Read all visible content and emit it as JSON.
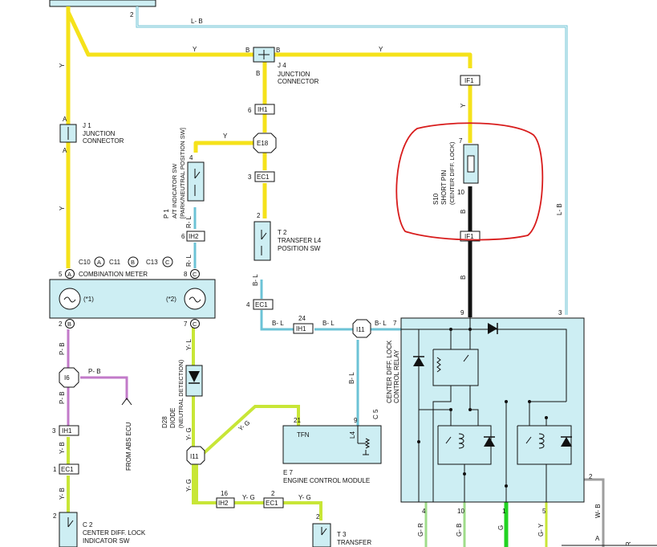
{
  "colors": {
    "yellow_wire": "#f5e21a",
    "black_wire": "#111111",
    "green_wire": "#22d322",
    "blue_wire": "#6cc3d6",
    "pink_wire": "#c27ac9",
    "component_fill": "#cdeef3",
    "annotation_red": "#d81c1c"
  },
  "wire_labels": {
    "lb_top": "L- B",
    "y_top_left": "Y",
    "b_j4_left": "B",
    "b_j4_right": "B",
    "y_top_right": "Y",
    "b_below_j4": "B",
    "y_left_trunk": "Y",
    "a_j1_top": "A",
    "a_j1_bottom": "A",
    "y_left_trunk_low": "Y",
    "y_to_e18": "Y",
    "y_to_s10": "Y",
    "b_s10": "B",
    "lb_right": "L- B",
    "rl_p1": "R- L",
    "rl_ih2": "R- L",
    "bl_t2": "B- L",
    "bl_ih1_left": "B- L",
    "bl_ih1_right": "B- L",
    "bl_i11": "B- L",
    "bl_i11_down": "B- L",
    "b_relay_in": "B",
    "pb_upper": "P- B",
    "pb_i6": "P- B",
    "pb_lower": "P- B",
    "yb_ih1": "Y- B",
    "yb_ec1": "Y- B",
    "yl_c11": "Y- L",
    "yg_i11": "Y- G",
    "yg_tfn": "Y- G",
    "yg_down": "Y- G",
    "yg_ih2": "Y- G",
    "yg_ec1": "Y- G",
    "gr": "G- R",
    "gb": "G- B",
    "g": "G",
    "gy": "G- Y",
    "wb": "W- B",
    "a_bottom": "A",
    "r_edge": "R"
  },
  "pins": {
    "top_2": "2",
    "j4_6": "6",
    "e18_4": "4",
    "ec1_3": "3",
    "t2_2": "2",
    "p1_6": "6",
    "ec1_4": "4",
    "ih1_24": "24",
    "i11_7": "7",
    "s10_7": "7",
    "s10_10": "10",
    "relay_9": "9",
    "relay_3": "3",
    "meter_5": "5",
    "meter_8": "8",
    "meter_2": "2",
    "meter_7": "7",
    "ih1_3": "3",
    "ec1_1": "1",
    "tfn_21": "21",
    "tfn_9": "9",
    "ih2_16": "16",
    "ec1_2": "2",
    "t3_2": "2",
    "relay_2": "2",
    "relay_4": "4",
    "relay_10": "10",
    "relay_1": "1",
    "relay_5": "5",
    "c2_2": "2"
  },
  "connectors": {
    "j4_b_left": "B",
    "j4_b_right": "B",
    "ih1_top": "IH1",
    "e18": "E18",
    "ec1_top": "EC1",
    "if1_top": "IF1",
    "if1_bottom": "IF1",
    "ih2_p1": "IH2",
    "ec1_mid": "EC1",
    "ih1_mid": "IH1",
    "i11_top": "I11",
    "i6": "I6",
    "ih1_left": "IH1",
    "ec1_left": "EC1",
    "i11_bottom": "I11",
    "ih2_bottom": "IH2",
    "ec1_bottom": "EC1",
    "meter_a": "A",
    "meter_c": "C",
    "meter_b": "B",
    "meter_c2": "C"
  },
  "components": {
    "j1_id": "J 1",
    "j1_name": "JUNCTION",
    "j1_name2": "CONNECTOR",
    "j4_id": "J 4",
    "j4_name": "JUNCTION",
    "j4_name2": "CONNECTOR",
    "p1_id": "P 1",
    "p1_name": "A/T INDICATOR SW",
    "p1_name2": "[PARK/NEUTRAL POSITION SW]",
    "t2_id": "T 2",
    "t2_name": "TRANSFER L4",
    "t2_name2": "POSITION SW",
    "s10_id": "S10",
    "s10_name": "SHORT PIN",
    "s10_name2": "(CENTER DIFF. LOCK)",
    "meter_codes": "C10",
    "meter_c11": "C11",
    "meter_c13": "C13",
    "meter_name": "COMBINATION METER",
    "meter_note1": "(*1)",
    "meter_note2": "(*2)",
    "relay_id": "C 5",
    "relay_name": "CENTER DIFF. LOCK",
    "relay_name2": "CONTROL RELAY",
    "d28_id": "D28",
    "d28_name": "DIODE",
    "d28_name2": "(NEUTRAL DETECTION)",
    "ecm_pin_label": "TFN",
    "ecm_l4": "L4",
    "ecm_id": "E 7",
    "ecm_name": "ENGINE CONTROL MODULE",
    "abs_label": "FROM ABS ECU",
    "c2_id": "C 2",
    "c2_name": "CENTER DIFF.  LOCK",
    "c2_name2": "INDICATOR SW",
    "t3_id": "T 3",
    "t3_name": "TRANSFER"
  },
  "meter_circle_labels": {
    "a": "A",
    "b": "B",
    "c": "C"
  }
}
